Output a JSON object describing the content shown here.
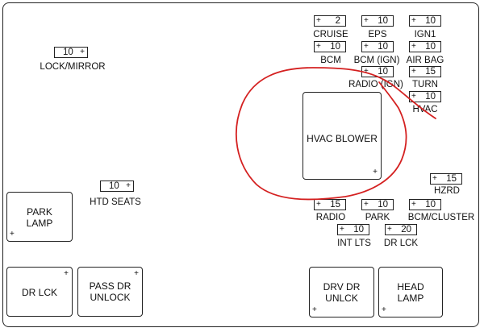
{
  "fuses": {
    "cruise": {
      "amp": "2",
      "label": "CRUISE"
    },
    "eps": {
      "amp": "10",
      "label": "EPS"
    },
    "ign1": {
      "amp": "10",
      "label": "IGN1"
    },
    "bcm": {
      "amp": "10",
      "label": "BCM"
    },
    "bcm_ign": {
      "amp": "10",
      "label": "BCM (IGN)"
    },
    "air_bag": {
      "amp": "10",
      "label": "AIR BAG"
    },
    "radio_ign": {
      "amp": "10",
      "label": "RADIO (IGN)"
    },
    "turn": {
      "amp": "15",
      "label": "TURN"
    },
    "hvac": {
      "amp": "10",
      "label": "HVAC"
    },
    "lock_mirror": {
      "amp": "10",
      "label": "LOCK/MIRROR"
    },
    "htd_seats": {
      "amp": "10",
      "label": "HTD SEATS"
    },
    "hzrd": {
      "amp": "15",
      "label": "HZRD"
    },
    "radio": {
      "amp": "15",
      "label": "RADIO"
    },
    "park": {
      "amp": "10",
      "label": "PARK"
    },
    "bcm_cluster": {
      "amp": "10",
      "label": "BCM/CLUSTER"
    },
    "int_lts": {
      "amp": "10",
      "label": "INT LTS"
    },
    "dr_lck": {
      "amp": "20",
      "label": "DR  LCK"
    }
  },
  "relays": {
    "hvac_blower": "HVAC BLOWER",
    "park_lamp": "PARK\nLAMP",
    "dr_lck": "DR LCK",
    "pass_dr_unlock": "PASS DR\nUNLOCK",
    "drv_dr_unlck": "DRV DR\nUNLCK",
    "head_lamp": "HEAD\nLAMP"
  },
  "plus_symbol": "+",
  "colors": {
    "outline": "#222222",
    "annotation": "#d42020"
  }
}
